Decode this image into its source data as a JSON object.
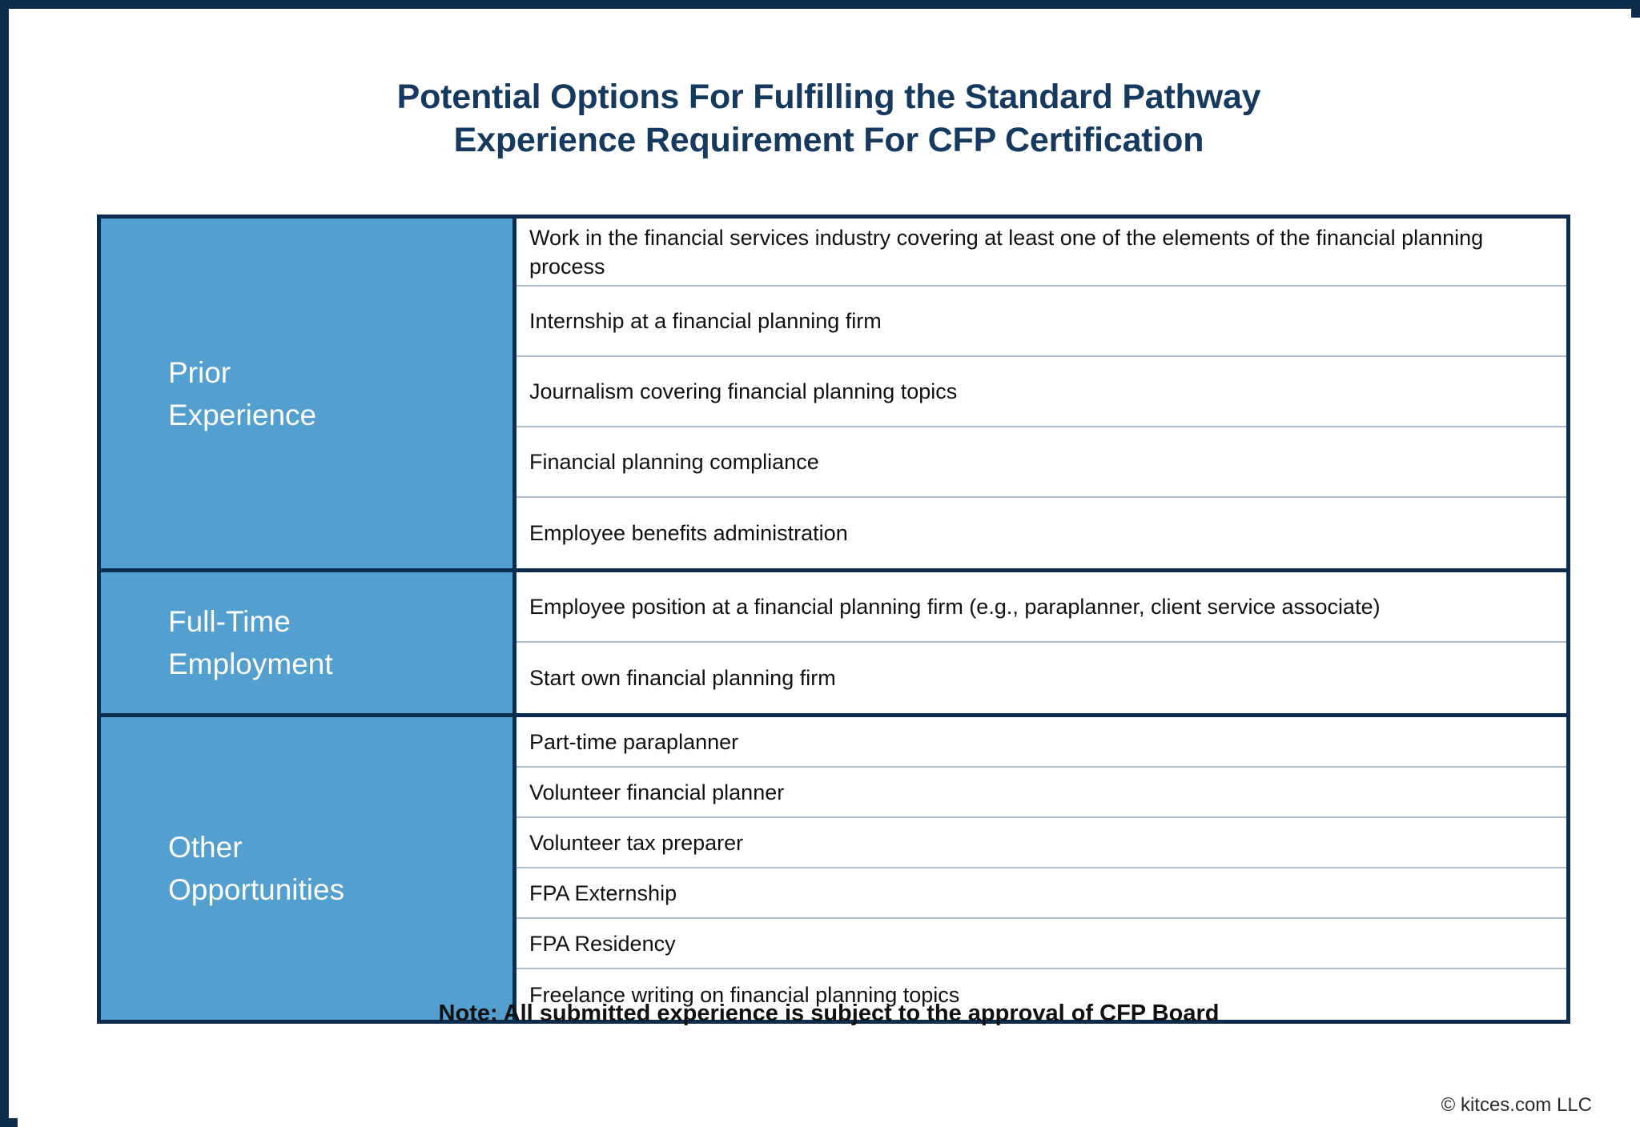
{
  "title": {
    "line1": "Potential Options For Fulfilling the Standard Pathway",
    "line2": "Experience Requirement For CFP Certification"
  },
  "colors": {
    "frame_navy": "#0d2d4f",
    "title_navy": "#163a5f",
    "category_blue": "#539fd0",
    "row_divider": "#aebecd",
    "body_text": "#111111"
  },
  "table": {
    "sections": [
      {
        "category": "Prior\nExperience",
        "items": [
          "Work in the financial services industry covering at least one of the elements of the financial planning process",
          "Internship at a financial planning firm",
          "Journalism covering financial planning topics",
          "Financial planning compliance",
          "Employee benefits administration"
        ]
      },
      {
        "category": "Full-Time\nEmployment",
        "items": [
          "Employee position at a financial planning firm (e.g., paraplanner, client service associate)",
          "Start own financial planning firm"
        ]
      },
      {
        "category": "Other\nOpportunities",
        "items": [
          "Part-time paraplanner",
          "Volunteer financial planner",
          "Volunteer tax preparer",
          "FPA Externship",
          "FPA Residency",
          "Freelance writing on financial planning topics"
        ]
      }
    ]
  },
  "note": "Note: All submitted experience is subject to the approval of CFP Board",
  "copyright": "© kitces.com LLC"
}
